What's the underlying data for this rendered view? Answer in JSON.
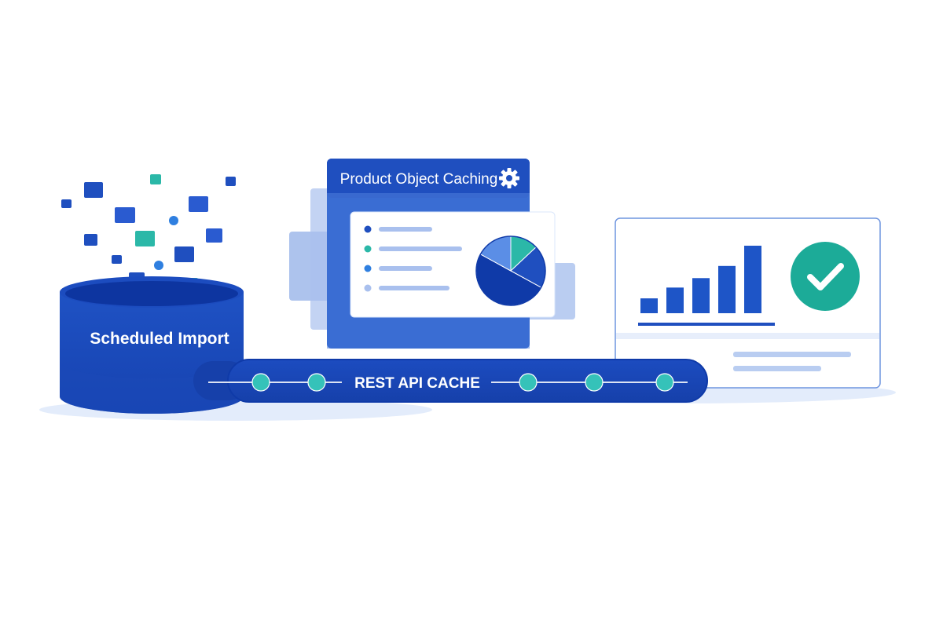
{
  "colors": {
    "primary_blue": "#1f4fbf",
    "dark_blue": "#0f3aa8",
    "light_blue": "#5b8ee6",
    "pale_blue": "#dbe7fb",
    "teal": "#2bb8a8",
    "check_teal": "#1cab98",
    "bar_blue": "#1e55c7"
  },
  "database": {
    "label": "Scheduled Import"
  },
  "cache_panel": {
    "title": "Product Object Caching",
    "icon": "gear-icon",
    "list_items": 4,
    "pie": {
      "slices": [
        {
          "name": "slice-teal",
          "value": 0.13,
          "color": "#2bb8a8"
        },
        {
          "name": "slice-blue",
          "value": 0.2,
          "color": "#1f4fbf"
        },
        {
          "name": "slice-dark",
          "value": 0.5,
          "color": "#0f3aa8"
        },
        {
          "name": "slice-light",
          "value": 0.17,
          "color": "#5b8ee6"
        }
      ]
    }
  },
  "pipeline": {
    "label": "REST API CACHE",
    "nodes": 5
  },
  "result_panel": {
    "bars": [
      0.22,
      0.38,
      0.52,
      0.7,
      1.0
    ],
    "check_icon": "check-icon"
  }
}
